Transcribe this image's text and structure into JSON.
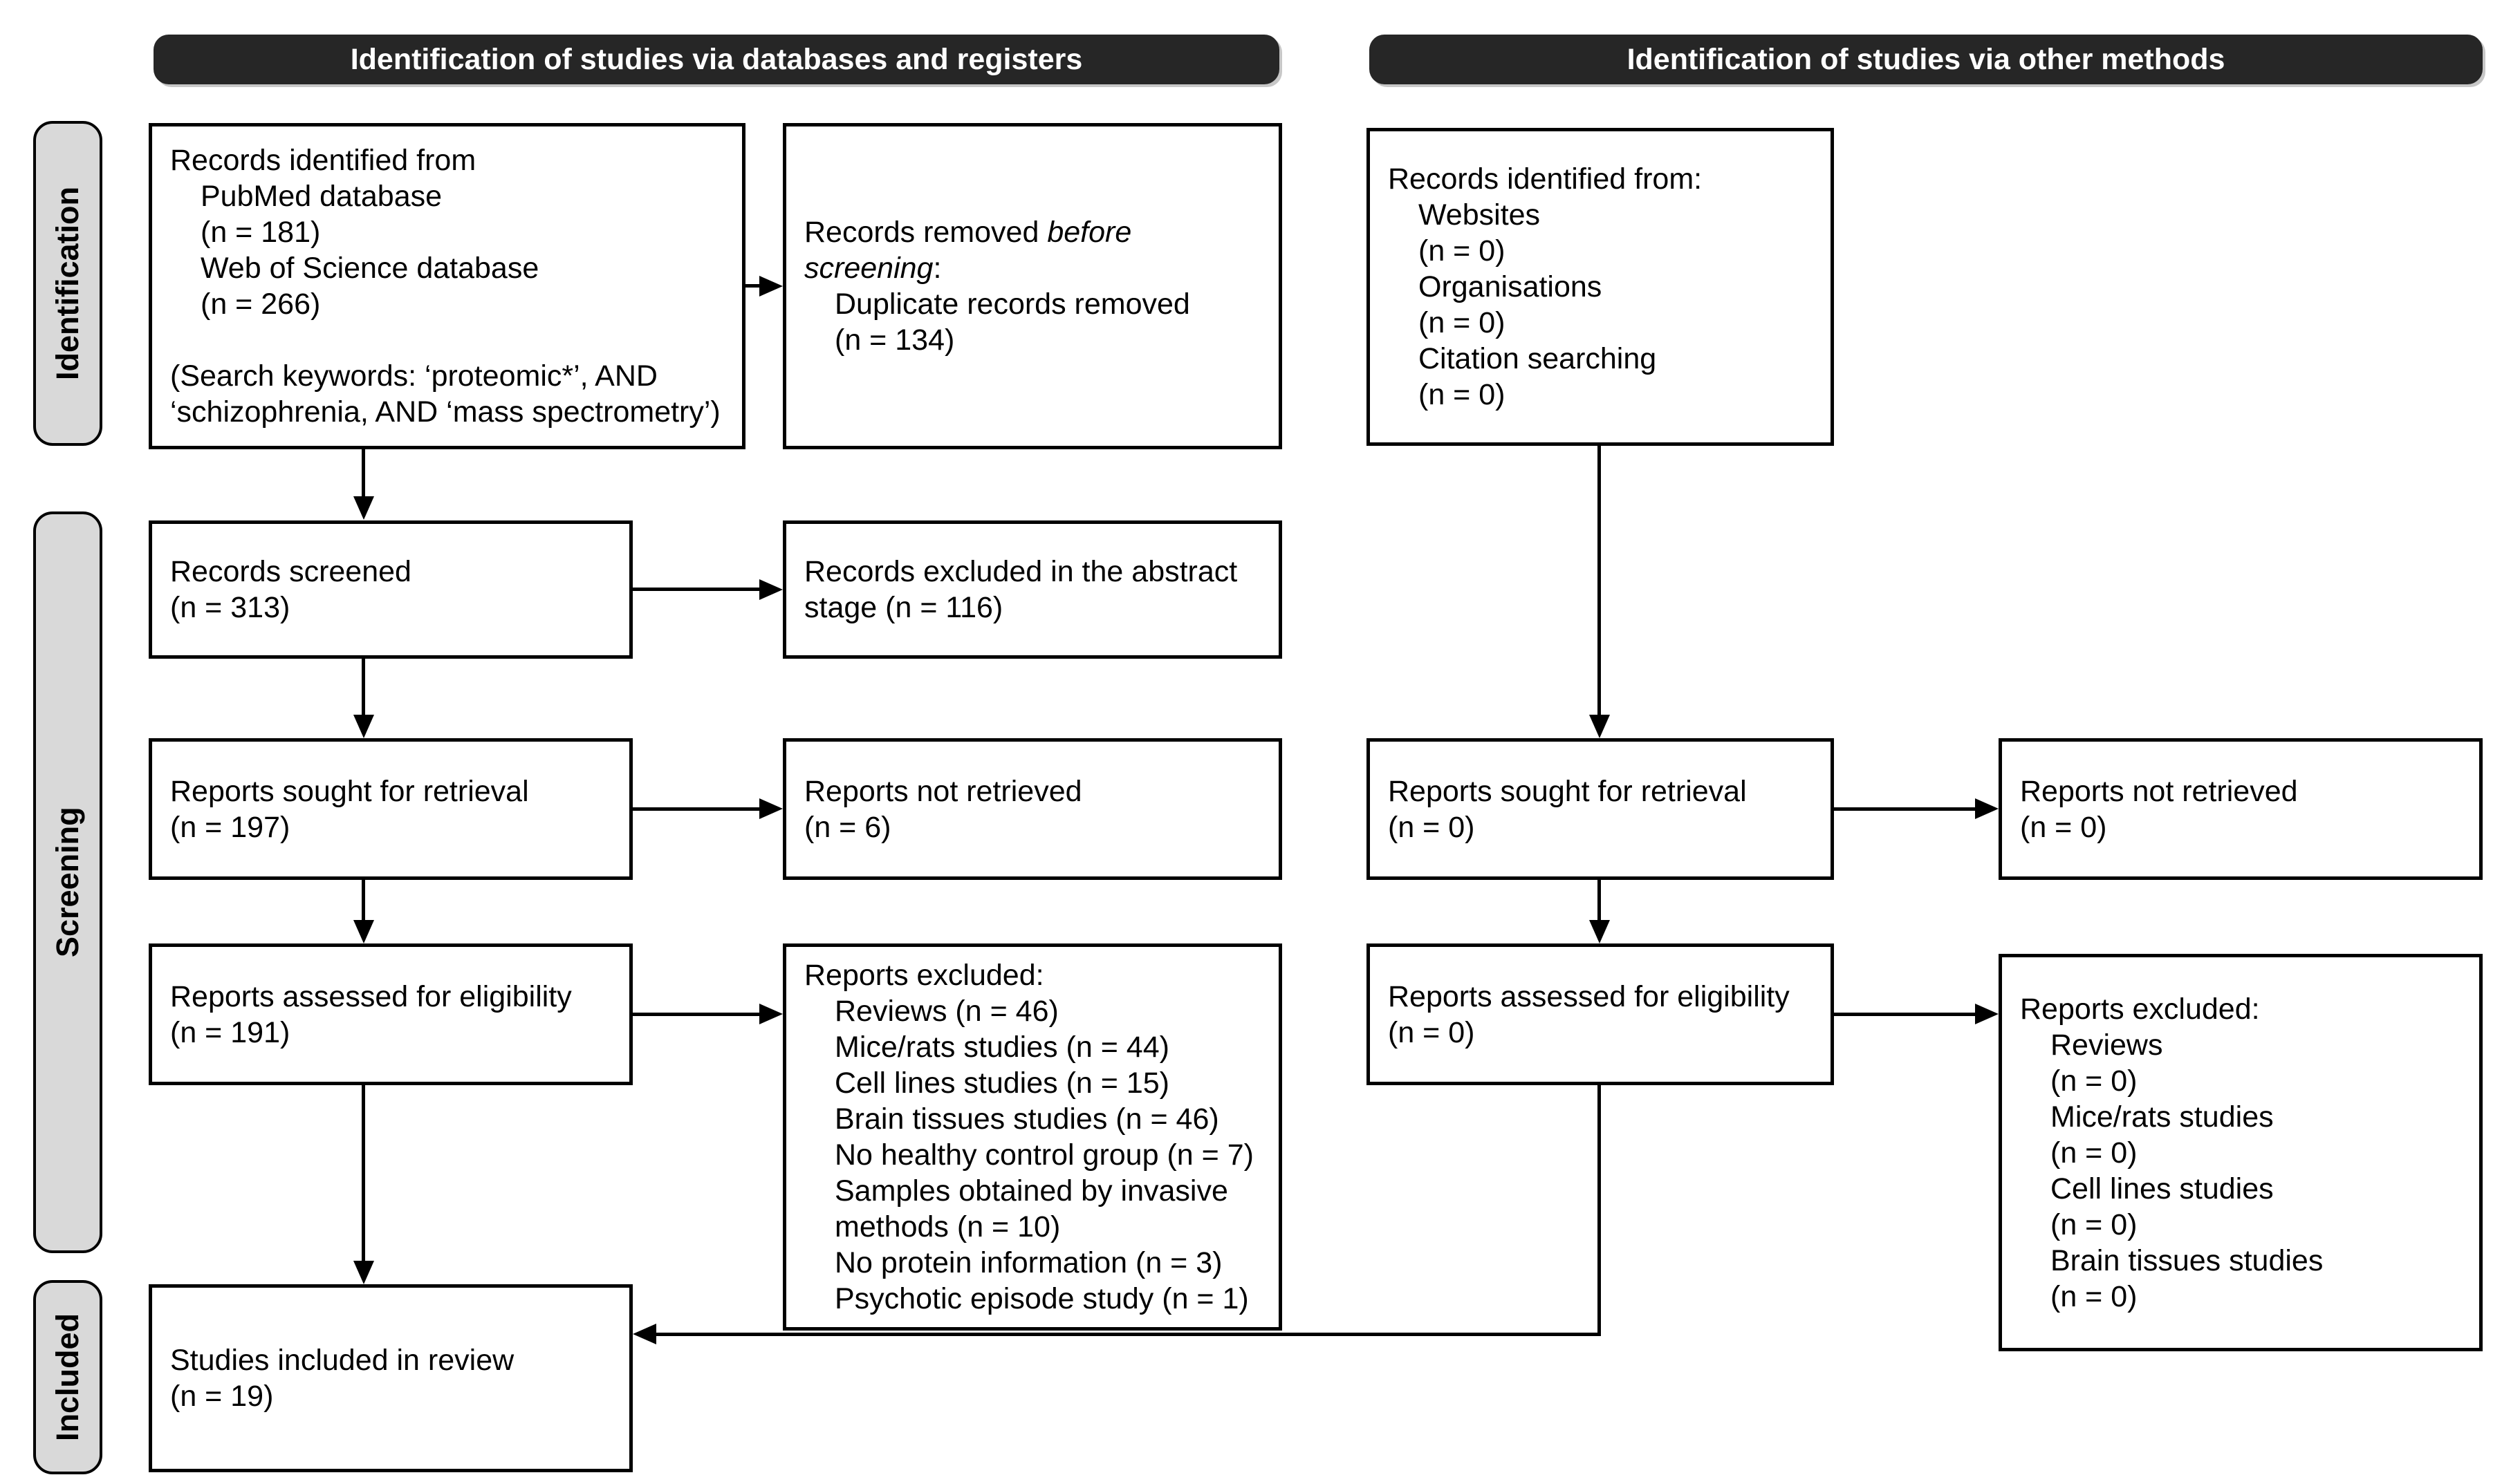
{
  "headers": {
    "left": "Identification of studies via databases and registers",
    "right": "Identification of studies via other methods"
  },
  "stages": {
    "identification": "Identification",
    "screening": "Screening",
    "included": "Included"
  },
  "colors": {
    "header_bg": "#262626",
    "header_text": "#ffffff",
    "stage_bg": "#d9d9d9",
    "box_bg": "#ffffff",
    "line": "#000000"
  },
  "boxes": {
    "db_identified": {
      "lines": [
        {
          "t": "Records identified from"
        },
        {
          "t": "PubMed database",
          "ind": 1
        },
        {
          "t": "(n = 181)",
          "ind": 1
        },
        {
          "t": "Web of Science database",
          "ind": 1
        },
        {
          "t": "(n = 266)",
          "ind": 1
        },
        {
          "t": ""
        },
        {
          "t": "(Search keywords: ‘proteomic*’, AND ‘schizophrenia, AND ‘mass spectrometry’)"
        }
      ]
    },
    "records_removed": {
      "lines": [
        {
          "seg": [
            {
              "t": "Records removed "
            },
            {
              "t": "before screening",
              "i": true
            },
            {
              "t": ":"
            }
          ]
        },
        {
          "t": "Duplicate records removed",
          "ind": 1
        },
        {
          "t": "(n = 134)",
          "ind": 1
        }
      ]
    },
    "other_identified": {
      "lines": [
        {
          "t": "Records identified from:"
        },
        {
          "t": "Websites",
          "ind": 1
        },
        {
          "t": "(n = 0)",
          "ind": 1
        },
        {
          "t": "Organisations",
          "ind": 1
        },
        {
          "t": "(n = 0)",
          "ind": 1
        },
        {
          "t": "Citation searching",
          "ind": 1
        },
        {
          "t": "(n = 0)",
          "ind": 1
        }
      ]
    },
    "records_screened": {
      "lines": [
        {
          "t": "Records screened"
        },
        {
          "t": "(n = 313)"
        }
      ]
    },
    "records_excluded_abstract": {
      "lines": [
        {
          "t": "Records excluded in the abstract stage (n = 116)"
        }
      ]
    },
    "reports_sought": {
      "lines": [
        {
          "t": "Reports sought for retrieval"
        },
        {
          "t": "(n = 197)"
        }
      ]
    },
    "reports_not_retrieved": {
      "lines": [
        {
          "t": "Reports not retrieved"
        },
        {
          "t": "(n = 6)"
        }
      ]
    },
    "reports_sought_other": {
      "lines": [
        {
          "t": "Reports sought for retrieval"
        },
        {
          "t": "(n = 0)"
        }
      ]
    },
    "reports_not_retrieved_other": {
      "lines": [
        {
          "t": "Reports not retrieved"
        },
        {
          "t": "(n = 0)"
        }
      ]
    },
    "reports_assessed": {
      "lines": [
        {
          "t": "Reports assessed for eligibility"
        },
        {
          "t": "(n = 191)"
        }
      ]
    },
    "reports_excluded": {
      "lines": [
        {
          "t": "Reports excluded:"
        },
        {
          "t": "Reviews (n = 46)",
          "ind": 1
        },
        {
          "t": "Mice/rats studies (n = 44)",
          "ind": 1
        },
        {
          "t": "Cell lines studies (n = 15)",
          "ind": 1
        },
        {
          "t": "Brain tissues studies (n = 46)",
          "ind": 1
        },
        {
          "t": "No healthy control group (n = 7)",
          "ind": 1
        },
        {
          "t": "Samples obtained by invasive methods (n = 10)",
          "ind": 1
        },
        {
          "t": "No protein information (n = 3)",
          "ind": 1
        },
        {
          "t": "Psychotic episode study (n = 1)",
          "ind": 1
        }
      ]
    },
    "reports_assessed_other": {
      "lines": [
        {
          "t": "Reports assessed for eligibility"
        },
        {
          "t": "(n = 0)"
        }
      ]
    },
    "reports_excluded_other": {
      "lines": [
        {
          "t": "Reports excluded:"
        },
        {
          "t": "Reviews",
          "ind": 1
        },
        {
          "t": "(n = 0)",
          "ind": 1
        },
        {
          "t": "Mice/rats studies",
          "ind": 1
        },
        {
          "t": "(n = 0)",
          "ind": 1
        },
        {
          "t": "Cell lines studies",
          "ind": 1
        },
        {
          "t": "(n = 0)",
          "ind": 1
        },
        {
          "t": "Brain tissues studies",
          "ind": 1
        },
        {
          "t": "(n = 0)",
          "ind": 1
        }
      ]
    },
    "studies_included": {
      "lines": [
        {
          "t": "Studies included in review"
        },
        {
          "t": "(n = 19)"
        }
      ]
    }
  }
}
